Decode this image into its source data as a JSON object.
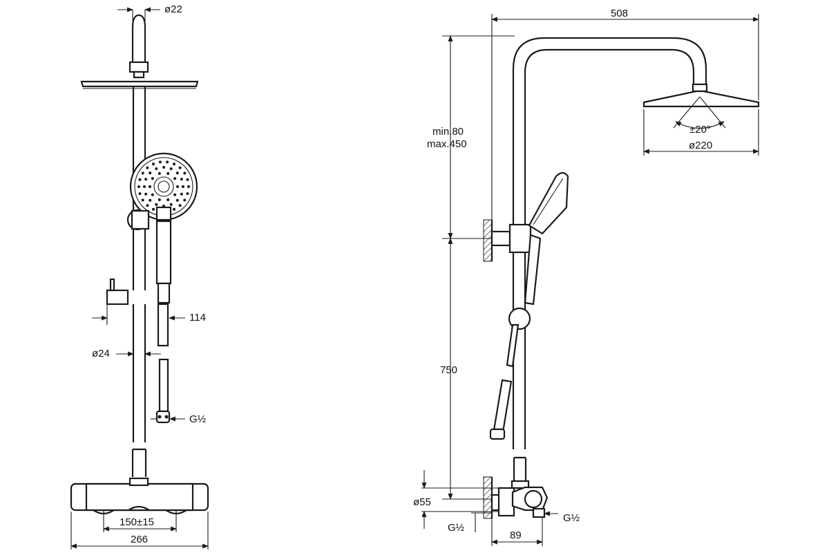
{
  "colors": {
    "line": "#1a1a1a",
    "background": "#ffffff"
  },
  "dimensions": {
    "top_arm_diameter": "ø22",
    "handset_offset": "114",
    "riser_diameter": "ø24",
    "inlet_thread_front": "G½",
    "centers": "150±15",
    "mixer_width": "266",
    "total_projection": "508",
    "adjust_range_min": "min.80",
    "adjust_range_max": "max.450",
    "head_tilt": "±20°",
    "head_diameter": "ø220",
    "riser_height": "750",
    "inlet_diameter": "ø55",
    "inlet_thread_side_left": "G½",
    "inlet_thread_side_right": "G½",
    "mixer_depth": "89"
  }
}
